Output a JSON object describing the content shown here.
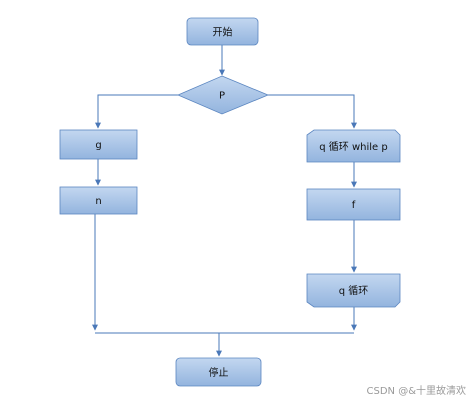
{
  "diagram": {
    "type": "flowchart",
    "nodes": {
      "start": {
        "label": "开始",
        "shape": "rounded-rect"
      },
      "decision": {
        "label": "P",
        "shape": "diamond"
      },
      "g": {
        "label": "g",
        "shape": "rect"
      },
      "n": {
        "label": "n",
        "shape": "rect"
      },
      "loop_start": {
        "label": "q 循环 while p",
        "shape": "loop-limit-top"
      },
      "f": {
        "label": "f",
        "shape": "rect"
      },
      "loop_end": {
        "label": "q 循环",
        "shape": "loop-limit-bottom"
      },
      "stop": {
        "label": "停止",
        "shape": "rounded-rect"
      }
    },
    "edges": [
      {
        "from": "start",
        "to": "decision"
      },
      {
        "from": "decision",
        "to": "g"
      },
      {
        "from": "decision",
        "to": "loop_start"
      },
      {
        "from": "g",
        "to": "n"
      },
      {
        "from": "loop_start",
        "to": "f"
      },
      {
        "from": "f",
        "to": "loop_end"
      },
      {
        "from": "n",
        "to": "stop"
      },
      {
        "from": "loop_end",
        "to": "stop"
      }
    ]
  },
  "colors": {
    "fill_light": "#b9cfeb",
    "fill_dark": "#8fb1dd",
    "stroke": "#5b86c0",
    "connector": "#4a78b8"
  },
  "watermark": "CSDN @&十里故清欢"
}
